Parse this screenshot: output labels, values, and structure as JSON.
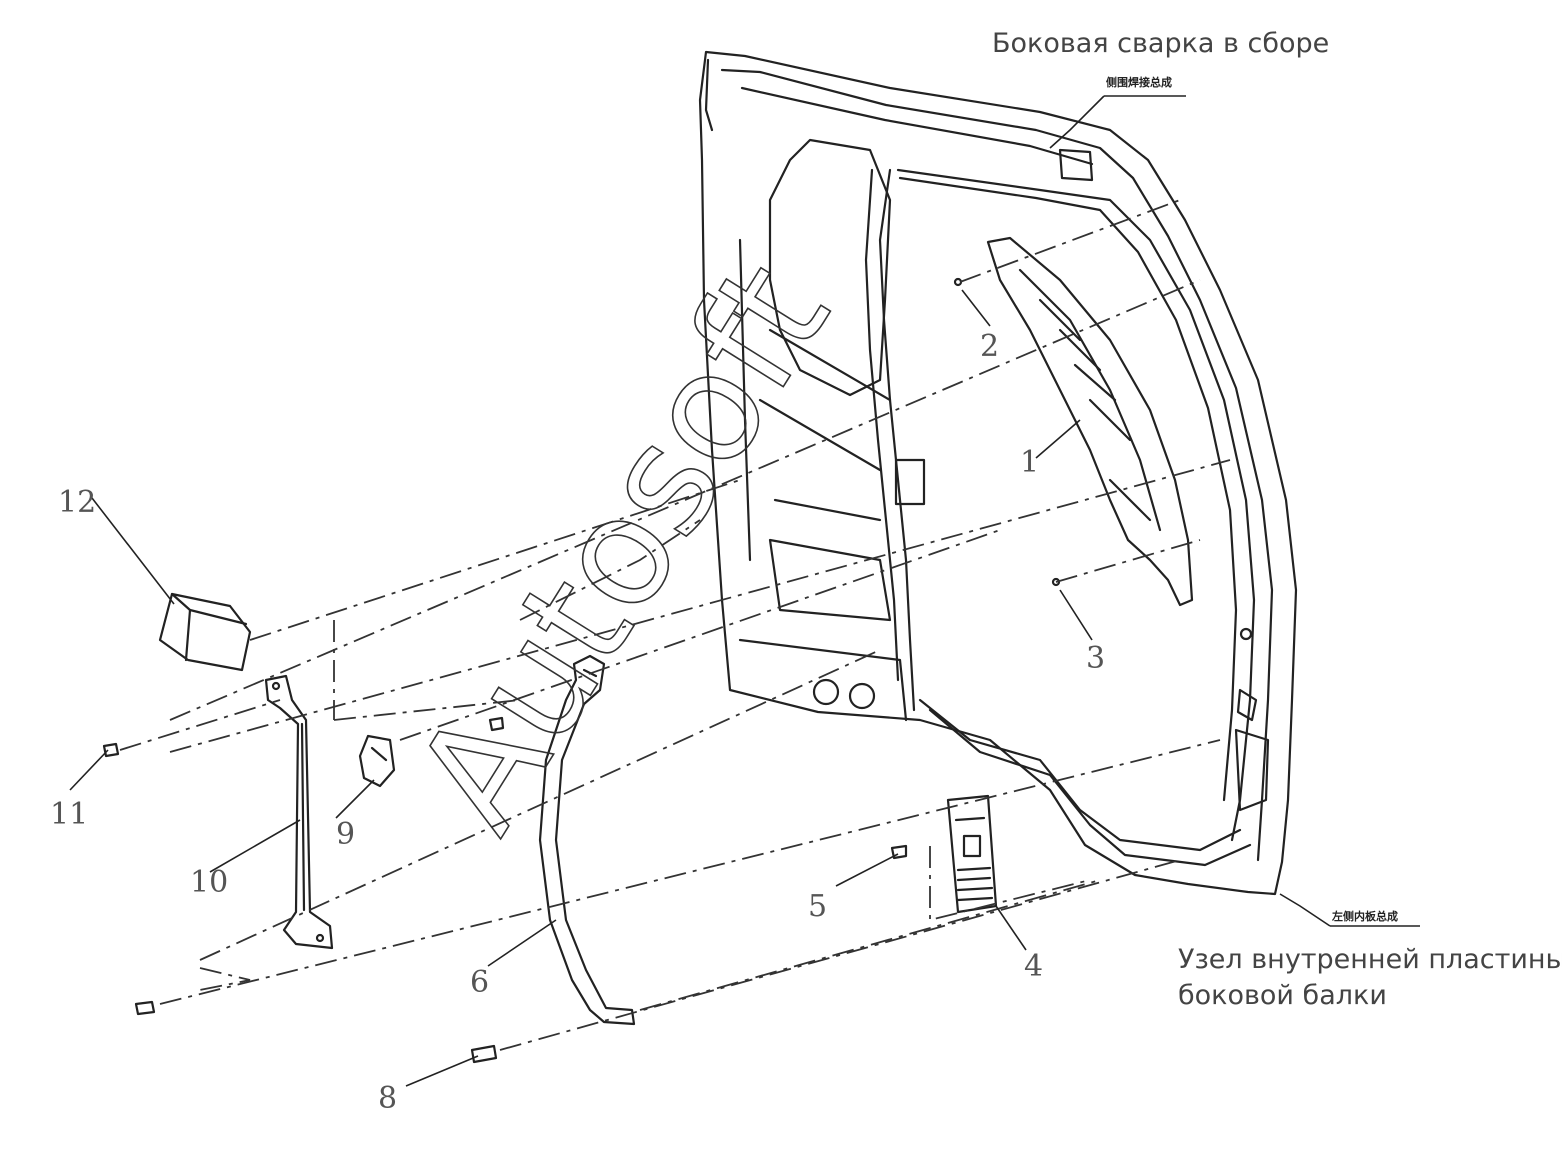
{
  "captions": {
    "top": "Боковая сварка в сборе",
    "bottom_line1": "Узел внутренней пластины",
    "bottom_line2": "боковой балки"
  },
  "chinese_labels": {
    "top": "侧围焊接总成",
    "bottom": "左侧内板总成"
  },
  "watermark": "Autosoft",
  "callouts": [
    "1",
    "2",
    "3",
    "4",
    "5",
    "6",
    "8",
    "9",
    "10",
    "11",
    "12"
  ]
}
